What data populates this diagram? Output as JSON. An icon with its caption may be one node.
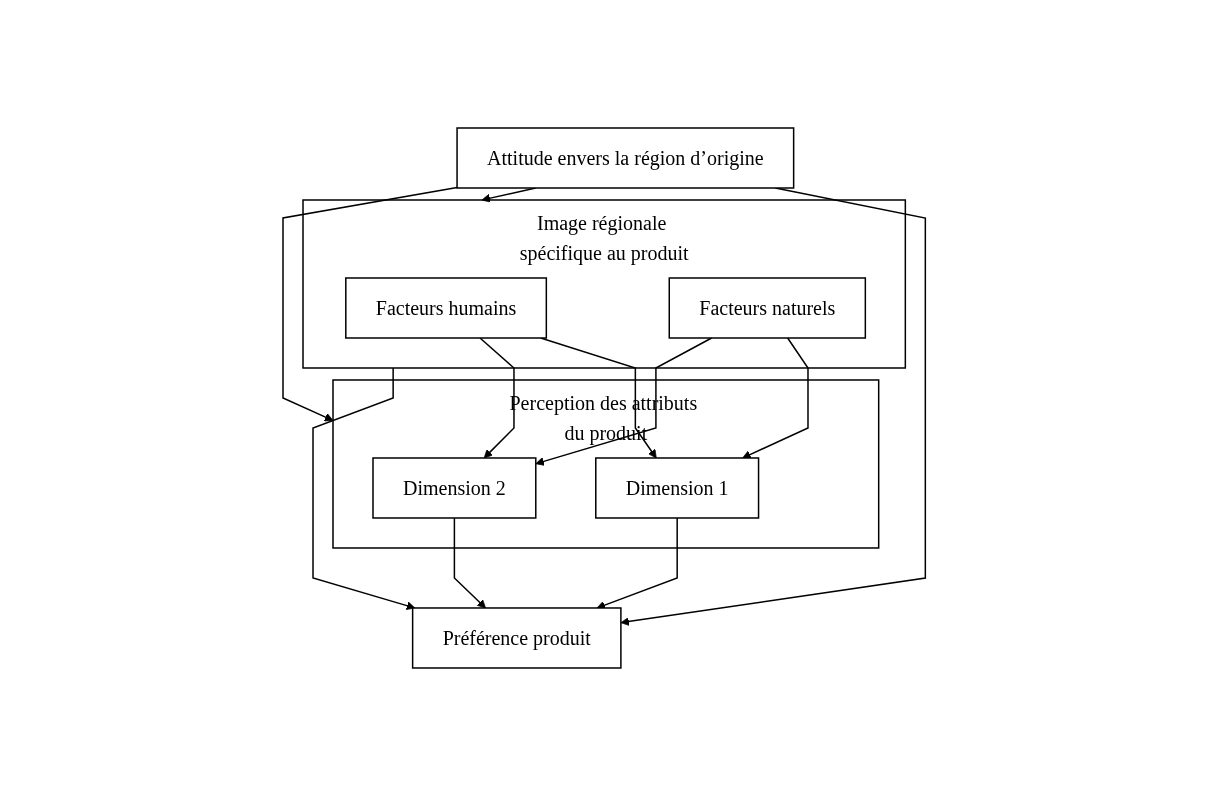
{
  "diagram": {
    "nodes": [
      {
        "text": [
          "Attitude envers la région d’origine"
        ]
      },
      {
        "text": [
          "Image régionale spécifique au produit"
        ]
      },
      {
        "text": [
          "Facteurs humains"
        ],
        "in": 1
      },
      {
        "text": [
          "Facteurs naturels"
        ],
        "in": 1
      },
      {
        "text": [
          "Perception des attributs du produit"
        ]
      },
      {
        "text": [
          "Dimension 1"
        ],
        "in": 4
      },
      {
        "text": [
          "Dimension 2"
        ],
        "in": 4
      },
      {
        "text": [
          "Préférence produit"
        ]
      }
    ],
    "edges": [
      {
        "from": 0,
        "to": 1,
        "arrow": "to"
      },
      {
        "from": 0,
        "to": 4,
        "arrow": "to"
      },
      {
        "from": 0,
        "to": 7,
        "arrow": "to"
      },
      {
        "from": 2,
        "to": 5,
        "arrow": "to"
      },
      {
        "from": 2,
        "to": 6,
        "arrow": "to"
      },
      {
        "from": 3,
        "to": 5,
        "arrow": "to"
      },
      {
        "from": 3,
        "to": 6,
        "arrow": "to"
      },
      {
        "from": 5,
        "to": 7,
        "arrow": "to"
      },
      {
        "from": 6,
        "to": 7,
        "arrow": "to"
      },
      {
        "from": 1,
        "to": 7,
        "arrow": "to"
      }
    ]
  }
}
